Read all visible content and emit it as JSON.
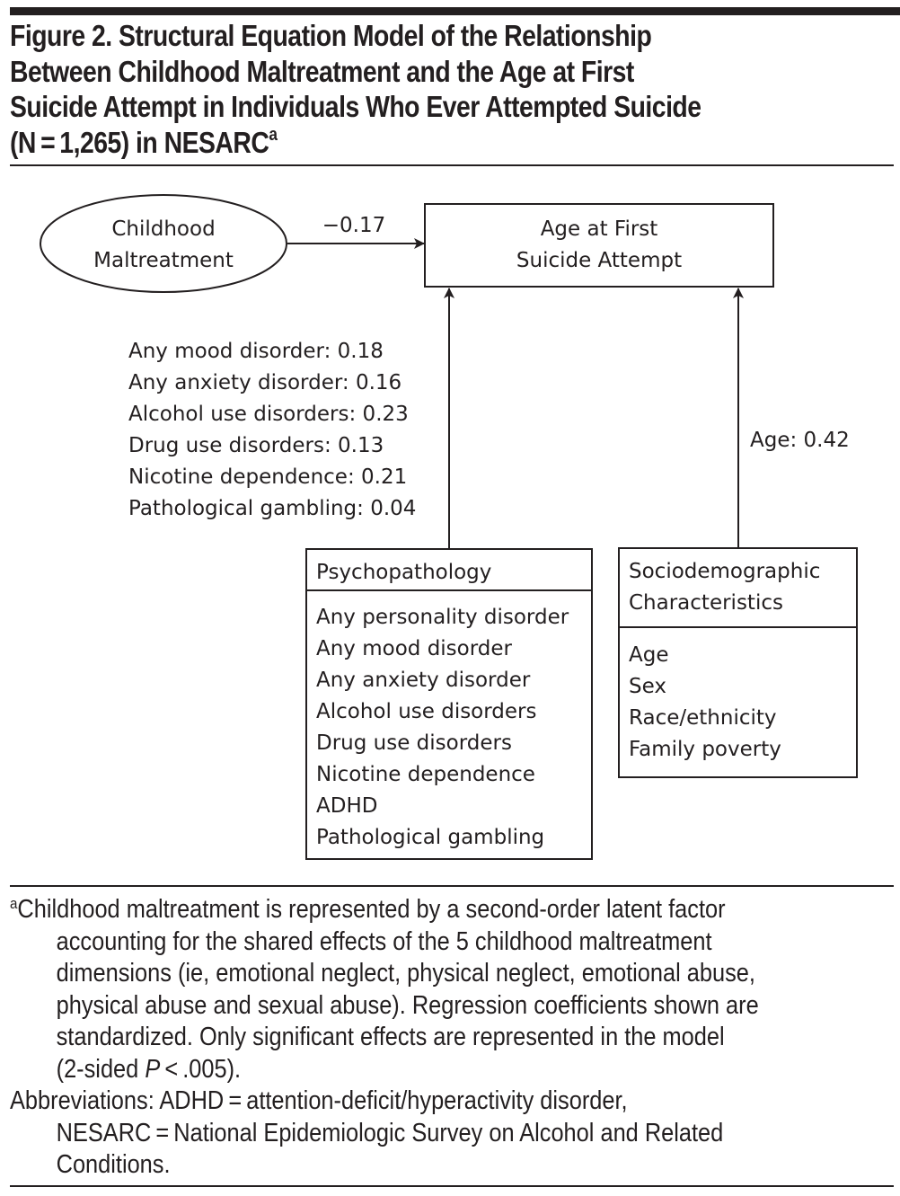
{
  "figure": {
    "title_lines": [
      "Figure 2. Structural Equation Model of the Relationship",
      "Between Childhood Maltreatment and the Age at First",
      "Suicide Attempt in Individuals Who Ever Attempted Suicide",
      "(N = 1,265) in NESARC"
    ],
    "title_superscript": "a"
  },
  "diagram": {
    "latent_node": {
      "lines": [
        "Childhood",
        "Maltreatment"
      ]
    },
    "outcome_node": {
      "lines": [
        "Age at First",
        "Suicide Attempt"
      ]
    },
    "main_path": {
      "from": "Childhood Maltreatment",
      "to": "Age at First Suicide Attempt",
      "coefficient": "−0.17"
    },
    "psychopathology_path_labels": [
      "Any mood disorder: 0.18",
      "Any anxiety disorder: 0.16",
      "Alcohol use disorders: 0.23",
      "Drug use disorders: 0.13",
      "Nicotine dependence: 0.21",
      "Pathological gambling: 0.04"
    ],
    "sociodemographic_path_labels": [
      "Age: 0.42"
    ],
    "psychopathology_box": {
      "header": "Psychopathology",
      "items": [
        "Any personality disorder",
        "Any mood disorder",
        "Any anxiety disorder",
        "Alcohol use disorders",
        "Drug use disorders",
        "Nicotine dependence",
        "ADHD",
        "Pathological gambling"
      ]
    },
    "sociodemographic_box": {
      "header_lines": [
        "Sociodemographic",
        "Characteristics"
      ],
      "items": [
        "Age",
        "Sex",
        "Race/ethnicity",
        "Family poverty"
      ]
    }
  },
  "footnotes": {
    "note_marker": "a",
    "note_lines": [
      "Childhood maltreatment is represented by a second-order latent factor",
      "accounting for the shared effects of the 5 childhood maltreatment",
      "dimensions (ie, emotional neglect, physical neglect, emotional abuse,",
      "physical abuse and sexual abuse). Regression coefficients shown are",
      "standardized. Only significant effects are represented in the model",
      "(2-sided "
    ],
    "note_p_symbol": "P",
    "note_p_tail": " < .005).",
    "abbreviation_lines": [
      "Abbreviations: ADHD = attention-deficit/hyperactivity disorder,",
      "NESARC = National Epidemiologic Survey on Alcohol and Related",
      "Conditions."
    ]
  }
}
